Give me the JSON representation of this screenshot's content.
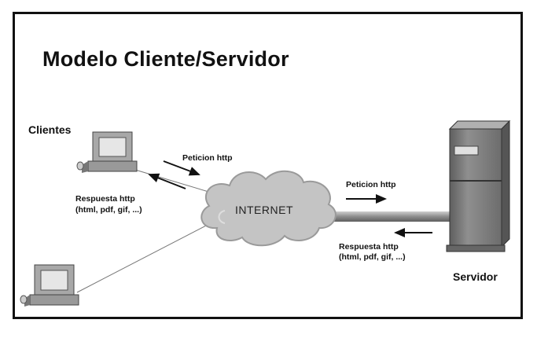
{
  "title": "Modelo Cliente/Servidor",
  "clients_label": "Clientes",
  "server_label": "Servidor",
  "internet_label": "INTERNET",
  "left_request": "Peticion http",
  "left_response_line1": "Respuesta http",
  "left_response_line2": "(html, pdf, gif, ...)",
  "right_request": "Peticion http",
  "right_response_line1": "Respuesta http",
  "right_response_line2": "(html, pdf, gif, ...)",
  "colors": {
    "border": "#111111",
    "cloud": "#c8c8c8",
    "server_body": "#8a8a8a",
    "connector": "#9a9a9a"
  },
  "icons": [
    "computer-icon",
    "cloud-icon",
    "server-icon",
    "arrow-icon"
  ]
}
